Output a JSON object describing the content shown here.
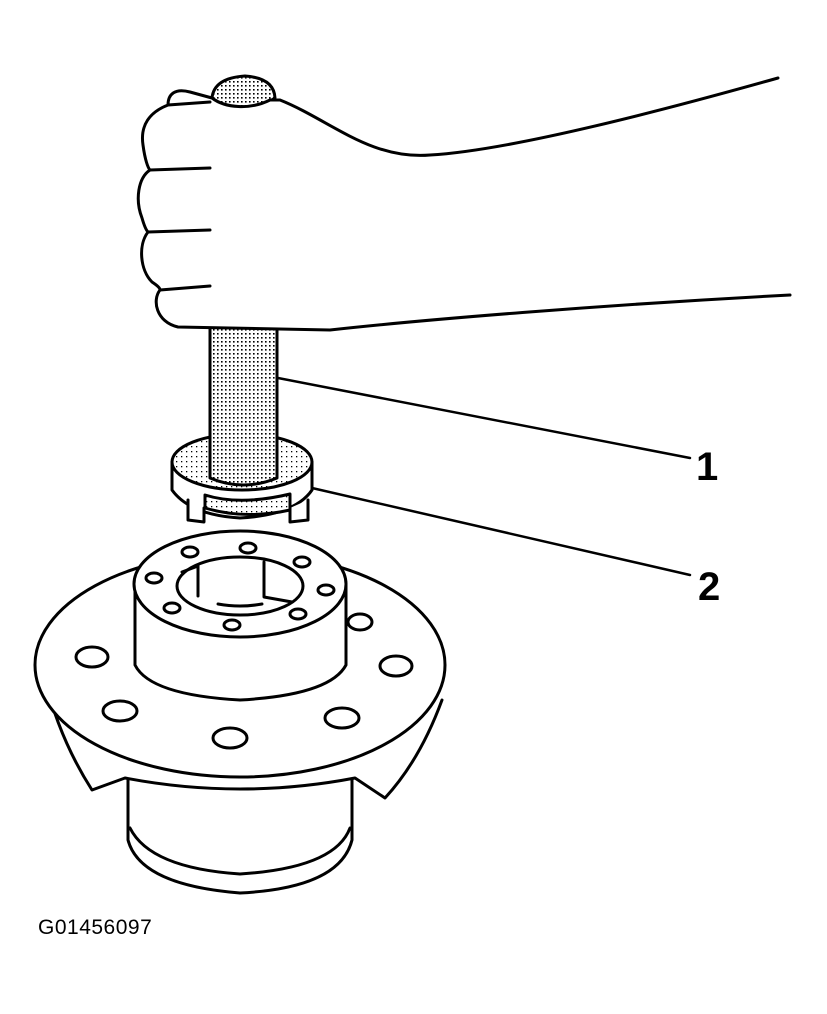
{
  "figure": {
    "code": "G01456097",
    "callouts": [
      {
        "number": "1"
      },
      {
        "number": "2"
      }
    ]
  },
  "colors": {
    "line": "#000000",
    "paper": "#ffffff",
    "stipple": "#000000"
  }
}
